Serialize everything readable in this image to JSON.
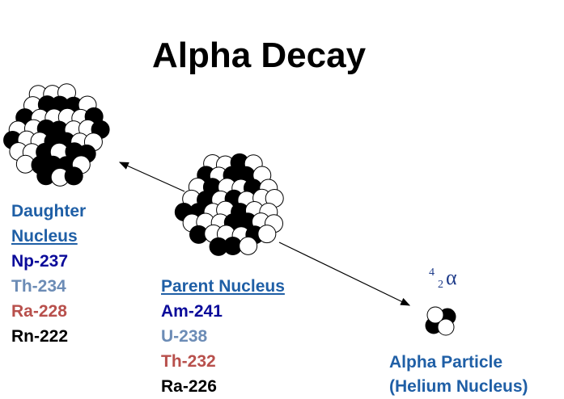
{
  "title": "Alpha Decay",
  "daughter": {
    "heading_line1": "Daughter",
    "heading_line2": "Nucleus",
    "isotopes": [
      {
        "label": "Np-237",
        "color": "#0b0b9a"
      },
      {
        "label": "Th-234",
        "color": "#6c8cb6"
      },
      {
        "label": "Ra-228",
        "color": "#b8504c"
      },
      {
        "label": "Rn-222",
        "color": "#000000"
      }
    ]
  },
  "parent": {
    "heading": "Parent Nucleus",
    "isotopes": [
      {
        "label": "Am-241",
        "color": "#0b0b9a"
      },
      {
        "label": "U-238",
        "color": "#6c8cb6"
      },
      {
        "label": "Th-232",
        "color": "#b8504c"
      },
      {
        "label": "Ra-226",
        "color": "#000000"
      }
    ]
  },
  "alpha": {
    "symbol_mass": "4",
    "symbol_atomic": "2",
    "symbol_letter": "α",
    "heading_line1": "Alpha Particle",
    "heading_line2": "(Helium Nucleus)"
  },
  "colors": {
    "heading": "#1f5fa6",
    "proton": "#000000",
    "neutron": "#ffffff"
  }
}
